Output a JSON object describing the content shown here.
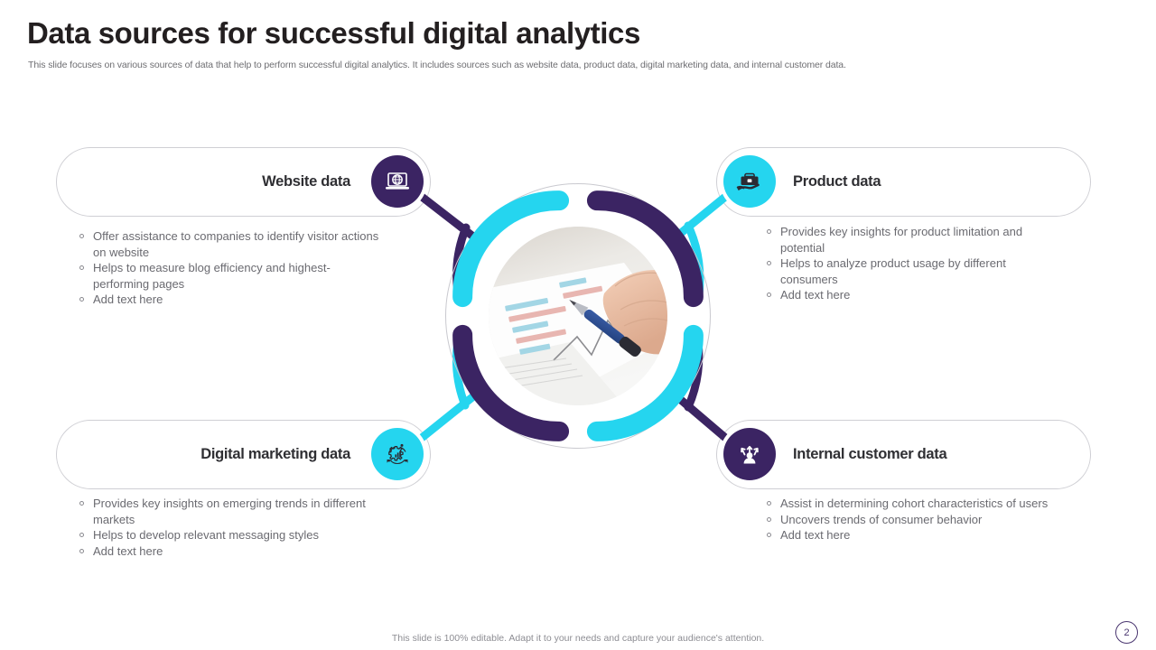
{
  "header": {
    "title": "Data sources for successful digital analytics",
    "subtitle": "This slide focuses on various sources of data that help to perform successful digital analytics. It includes sources such as website data, product data, digital marketing data, and internal customer data."
  },
  "colors": {
    "purple": "#3b2463",
    "cyan": "#25d5ef",
    "title": "#231f20",
    "body_text": "#6a6a70",
    "panel_border": "#cfcfd4"
  },
  "quadrants": [
    {
      "id": "website-data",
      "heading": "Website data",
      "icon": "laptop-globe-icon",
      "accent": "#3b2463",
      "bullets": [
        "Offer assistance to companies to identify visitor actions on website",
        "Helps to measure blog efficiency and highest-performing pages",
        "Add text here"
      ]
    },
    {
      "id": "product-data",
      "heading": "Product data",
      "icon": "briefcase-hand-icon",
      "accent": "#25d5ef",
      "bullets": [
        "Provides key insights for product limitation and potential",
        "Helps to analyze product usage by different consumers",
        "Add text here"
      ]
    },
    {
      "id": "digital-marketing-data",
      "heading": "Digital marketing data",
      "icon": "gear-analytics-icon",
      "accent": "#25d5ef",
      "bullets": [
        "Provides key insights on emerging trends in different markets",
        "Helps to develop relevant messaging styles",
        "Add text here"
      ]
    },
    {
      "id": "internal-customer-data",
      "heading": "Internal customer data",
      "icon": "person-arrows-icon",
      "accent": "#3b2463",
      "bullets": [
        "Assist in determining cohort characteristics of users",
        "Uncovers trends of consumer behavior",
        "Add text here"
      ]
    }
  ],
  "center": {
    "image_alt": "hand-with-pen-over-charts-photo"
  },
  "footer": {
    "note": "This slide is 100% editable. Adapt it to your needs and capture your audience's attention.",
    "page_number": "2"
  }
}
